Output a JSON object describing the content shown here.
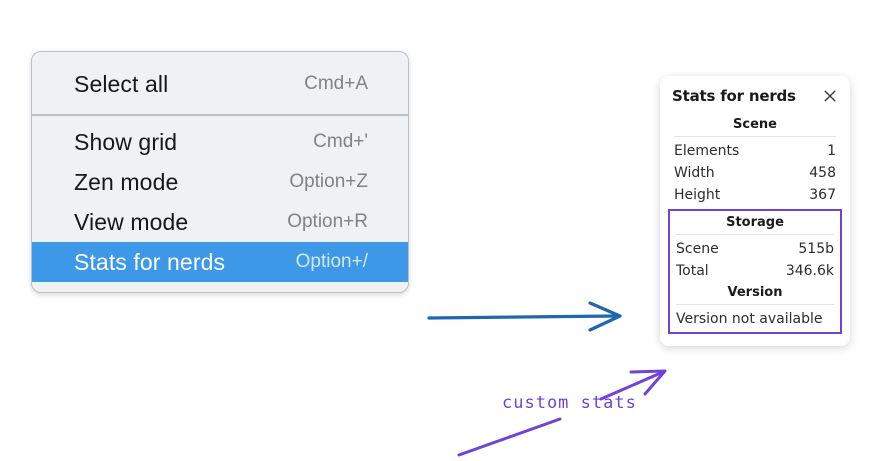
{
  "context_menu": {
    "groups": [
      {
        "items": [
          {
            "label": "Select all",
            "shortcut": "Cmd+A",
            "highlighted": false
          }
        ]
      },
      {
        "items": [
          {
            "label": "Show grid",
            "shortcut": "Cmd+'",
            "highlighted": false
          },
          {
            "label": "Zen mode",
            "shortcut": "Option+Z",
            "highlighted": false
          },
          {
            "label": "View mode",
            "shortcut": "Option+R",
            "highlighted": false
          },
          {
            "label": "Stats for nerds",
            "shortcut": "Option+/",
            "highlighted": true
          }
        ]
      }
    ]
  },
  "stats_panel": {
    "title": "Stats for nerds",
    "close_icon": "close-icon",
    "scene": {
      "heading": "Scene",
      "rows": [
        {
          "key": "Elements",
          "value": "1"
        },
        {
          "key": "Width",
          "value": "458"
        },
        {
          "key": "Height",
          "value": "367"
        }
      ]
    },
    "storage": {
      "heading": "Storage",
      "rows": [
        {
          "key": "Scene",
          "value": "515b"
        },
        {
          "key": "Total",
          "value": "346.6k"
        }
      ]
    },
    "version": {
      "heading": "Version",
      "text": "Version not available"
    }
  },
  "annotations": {
    "custom_stats_label": "custom stats",
    "blue_arrow": "arrow-right-icon",
    "purple_arrow": "arrow-pointer-icon"
  },
  "colors": {
    "menu_highlight": "#3d98e8",
    "menu_background": "#f0f1f3",
    "menu_border": "#b9bfc9",
    "annotation_purple": "#6f42d9",
    "annotation_blue": "#2167ae",
    "panel_background": "#ffffff"
  }
}
